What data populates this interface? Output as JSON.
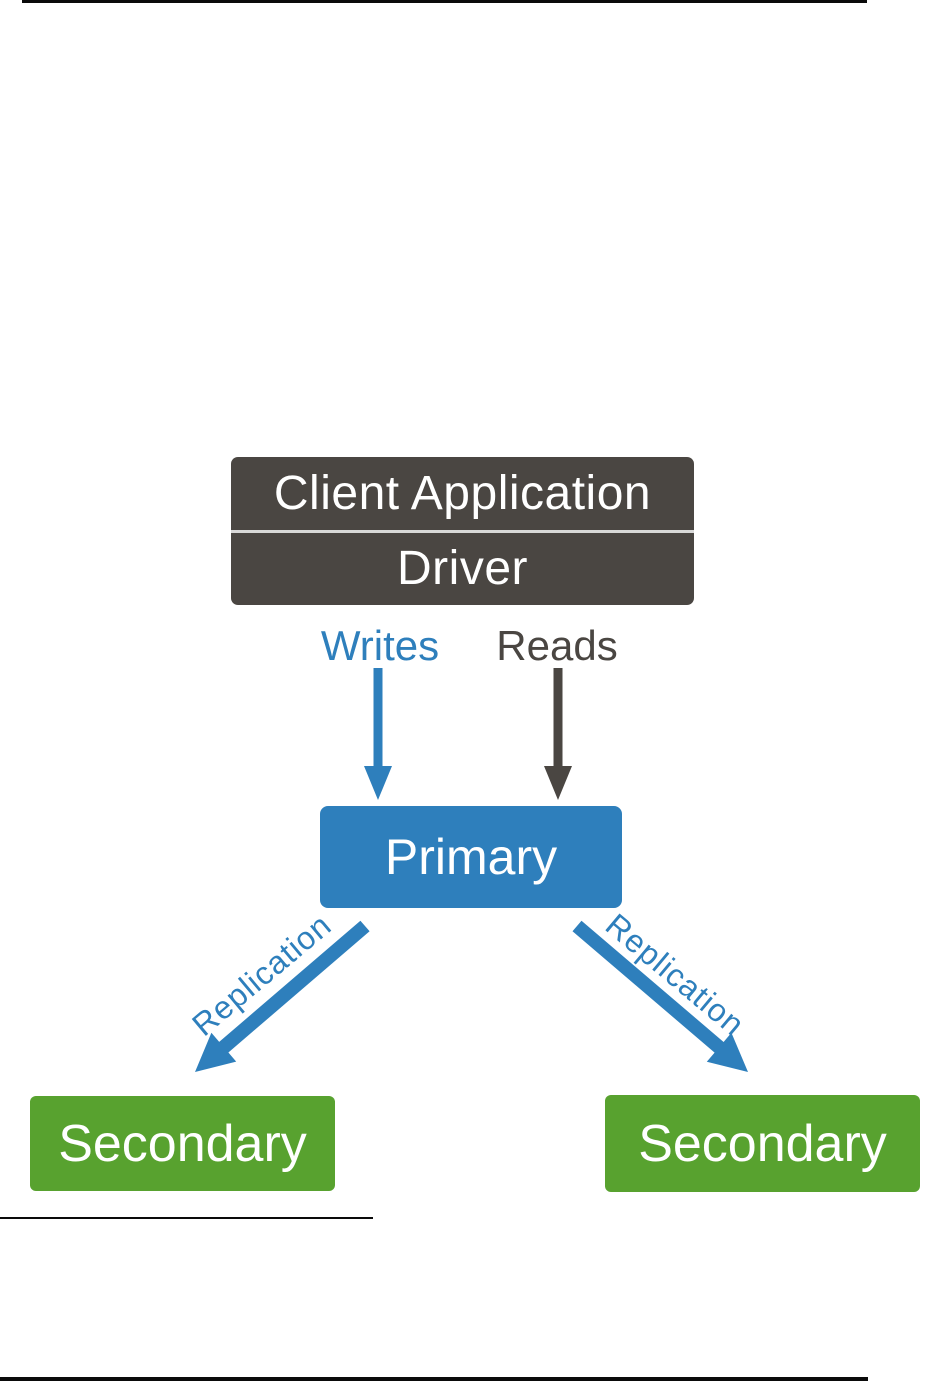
{
  "colors": {
    "dark": "#4a4642",
    "blue": "#2e7fbc",
    "green": "#58a22f",
    "text_on_box": "#ffffff",
    "rule": "#0a0a0a",
    "divider": "#d9d9d8",
    "background": "#ffffff"
  },
  "diagram": {
    "client_box": {
      "title": "Client Application",
      "subtitle": "Driver"
    },
    "writes_label": "Writes",
    "reads_label": "Reads",
    "primary_label": "Primary",
    "replication_left_label": "Replication",
    "replication_right_label": "Replication",
    "secondary_left_label": "Secondary",
    "secondary_right_label": "Secondary"
  }
}
